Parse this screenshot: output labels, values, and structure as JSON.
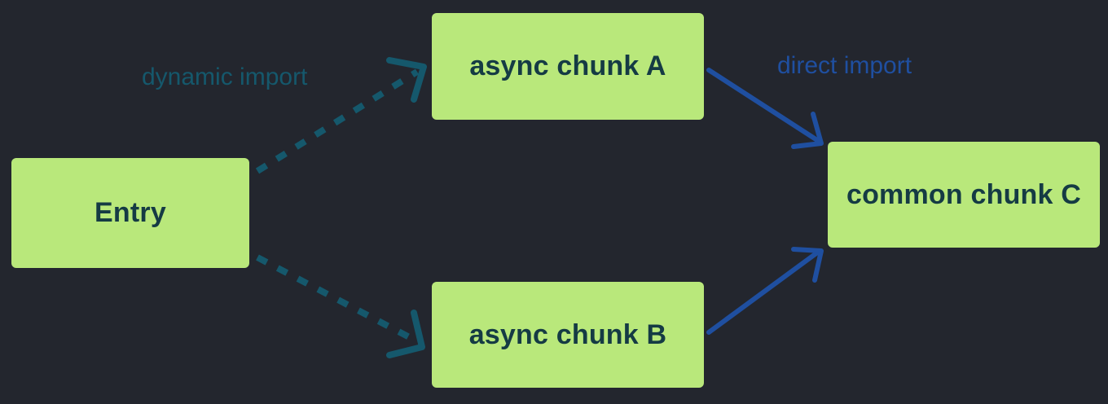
{
  "colors": {
    "background": "#23262e",
    "node_fill": "#b9e87b",
    "node_text": "#153b44",
    "dynamic_edge": "#15586c",
    "direct_edge": "#1f4fa0"
  },
  "nodes": {
    "entry": {
      "label": "Entry"
    },
    "async_a": {
      "label": "async chunk A"
    },
    "async_b": {
      "label": "async chunk B"
    },
    "common_c": {
      "label": "common chunk C"
    }
  },
  "edges": {
    "dynamic_label": "dynamic import",
    "direct_label": "direct import",
    "list": [
      {
        "from": "Entry",
        "to": "async chunk A",
        "kind": "dynamic import",
        "style": "dashed"
      },
      {
        "from": "Entry",
        "to": "async chunk B",
        "kind": "dynamic import",
        "style": "dashed"
      },
      {
        "from": "async chunk A",
        "to": "common chunk C",
        "kind": "direct import",
        "style": "solid"
      },
      {
        "from": "async chunk B",
        "to": "common chunk C",
        "kind": "direct import",
        "style": "solid"
      }
    ]
  }
}
